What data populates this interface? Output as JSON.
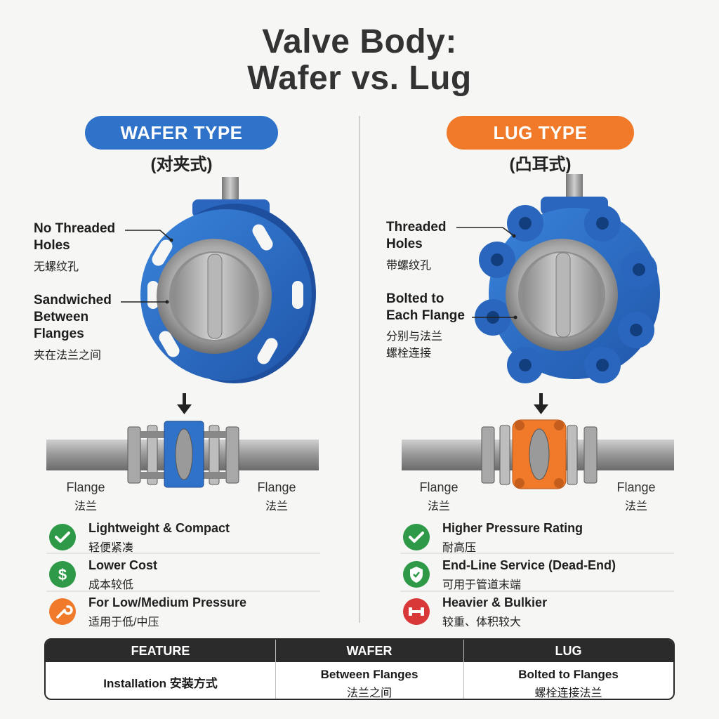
{
  "title": {
    "line1": "Valve Body:",
    "line2": "Wafer vs. Lug"
  },
  "wafer": {
    "pill": "WAFER TYPE",
    "sub": "(对夹式)",
    "callout1": {
      "en1": "No Threaded",
      "en2": "Holes",
      "cn": "无螺纹孔"
    },
    "callout2": {
      "en1": "Sandwiched",
      "en2": "Between",
      "en3": "Flanges",
      "cn": "夹在法兰之间"
    },
    "flange_left": {
      "en": "Flange",
      "cn": "法兰"
    },
    "flange_right": {
      "en": "Flange",
      "cn": "法兰"
    },
    "features": [
      {
        "icon": "checkmark-icon",
        "color": "#2e9a48",
        "en": "Lightweight & Compact",
        "cn": "轻便紧凑"
      },
      {
        "icon": "dollar-icon",
        "color": "#2e9a48",
        "en": "Lower Cost",
        "cn": "成本较低"
      },
      {
        "icon": "wrench-icon",
        "color": "#f07a2a",
        "en": "For Low/Medium Pressure",
        "cn": "适用于低/中压"
      }
    ]
  },
  "lug": {
    "pill": "LUG TYPE",
    "sub": "(凸耳式)",
    "callout1": {
      "en1": "Threaded",
      "en2": "Holes",
      "cn": "带螺纹孔"
    },
    "callout2": {
      "en1": "Bolted to",
      "en2": "Each Flange",
      "cn1": "分别与法兰",
      "cn2": "螺栓连接"
    },
    "flange_left": {
      "en": "Flange",
      "cn": "法兰"
    },
    "flange_right": {
      "en": "Flange",
      "cn": "法兰"
    },
    "features": [
      {
        "icon": "checkmark-icon",
        "color": "#2e9a48",
        "en": "Higher Pressure Rating",
        "cn": "耐高压"
      },
      {
        "icon": "shield-check-icon",
        "color": "#2e9a48",
        "en": "End-Line Service (Dead-End)",
        "cn": "可用于管道末端"
      },
      {
        "icon": "dumbbell-icon",
        "color": "#d93838",
        "en": "Heavier & Bulkier",
        "cn": "较重、体积较大"
      }
    ]
  },
  "table": {
    "headers": [
      "FEATURE",
      "WAFER",
      "LUG"
    ],
    "row": {
      "feature": "Installation 安装方式",
      "wafer_en": "Between Flanges",
      "wafer_cn": "法兰之间",
      "lug_en": "Bolted to Flanges",
      "lug_cn": "螺栓连接法兰"
    }
  },
  "colors": {
    "wafer_blue": "#2f72c9",
    "lug_orange": "#f07a2a",
    "steel": "#9a9a9a"
  }
}
